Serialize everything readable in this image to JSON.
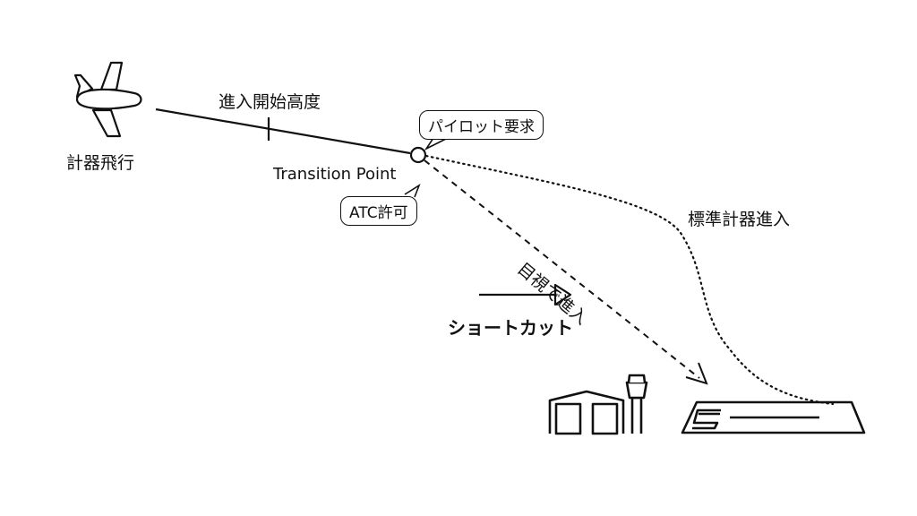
{
  "labels": {
    "instrument_flight": "計器飛行",
    "approach_start_altitude": "進入開始高度",
    "transition_point": "Transition Point",
    "pilot_request": "パイロット要求",
    "atc_clearance": "ATC許可",
    "visual_approach": "目視で進入",
    "standard_instrument_approach": "標準計器進入",
    "shortcut": "ショートカット"
  },
  "icons": {
    "aircraft": "airplane-icon",
    "hangar": "hangar-icon",
    "control_tower": "control-tower-icon",
    "runway": "runway-icon"
  },
  "colors": {
    "line": "#111111",
    "background": "#ffffff"
  }
}
